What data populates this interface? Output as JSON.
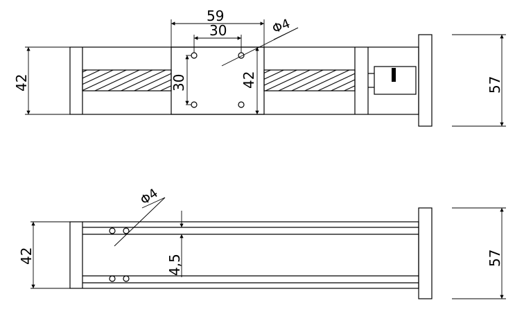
{
  "drawing": {
    "top_view": {
      "dim_carriage_width": "59",
      "dim_hole_spacing_x": "30",
      "dim_hole_diameter": "Φ4",
      "dim_hole_spacing_y": "30",
      "dim_carriage_height": "42",
      "dim_body_height": "42",
      "dim_motor_flange_height": "57"
    },
    "front_view": {
      "dim_hole_diameter": "Φ4",
      "dim_rail_offset": "4,5",
      "dim_body_height": "42",
      "dim_flange_height": "57"
    }
  }
}
